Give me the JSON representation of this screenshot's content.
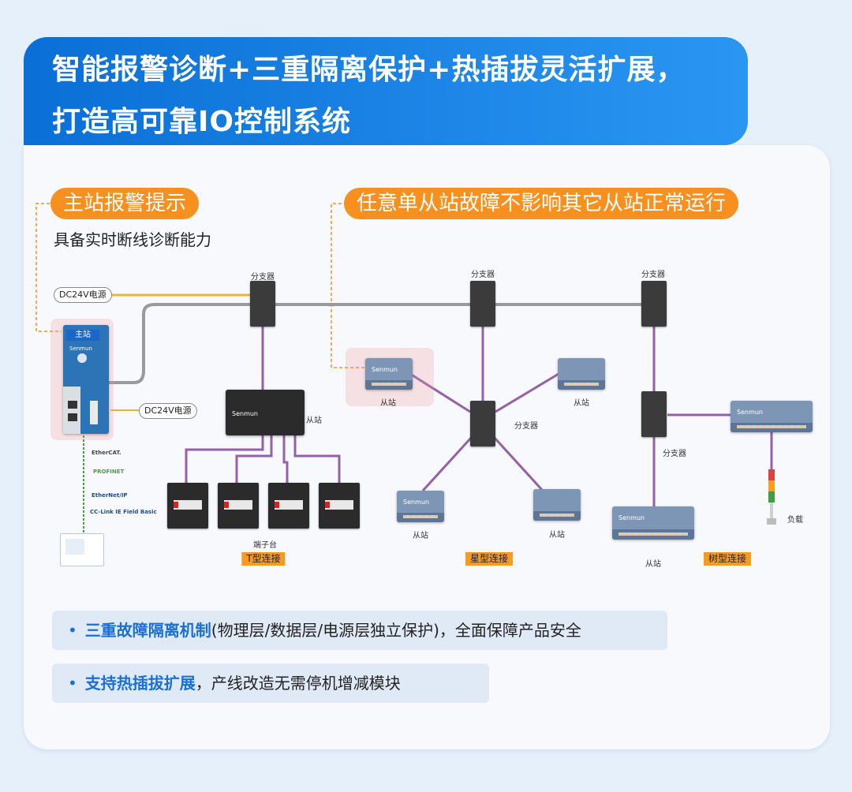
{
  "header": {
    "line1": "智能报警诊断+三重隔离保护+热插拔灵活扩展，",
    "line2": "打造高可靠IO控制系统"
  },
  "callouts": {
    "master_alarm": "主站报警提示",
    "master_alarm_sub": "具备实时断线诊断能力",
    "slave_fault": "任意单从站故障不影响其它从站正常运行"
  },
  "diagram": {
    "power_label_1": "DC24V电源",
    "power_label_2": "DC24V电源",
    "master_label": "主站",
    "brand": "Senmun",
    "splitter_label": "分支器",
    "slave_label": "从站",
    "terminal_label": "端子台",
    "load_label": "负载",
    "protocols": [
      "EtherCAT.",
      "PROFINET",
      "EtherNet/IP",
      "CC-Link IE Field Basic"
    ],
    "connections": {
      "t_type": "T型连接",
      "star": "星型连接",
      "tree": "树型连接"
    },
    "colors": {
      "bus": "#9a9a9a",
      "power": "#e8b634",
      "branch": "#9460a8",
      "network": "#3fa53a",
      "accent": "#f7901e",
      "header": "#0a6fd6"
    }
  },
  "bullets": [
    {
      "em": "三重故障隔离机制",
      "text": "(物理层/数据层/电源层独立保护)，全面保障产品安全"
    },
    {
      "em": "支持热插拔扩展",
      "text": "，产线改造无需停机增减模块"
    }
  ]
}
